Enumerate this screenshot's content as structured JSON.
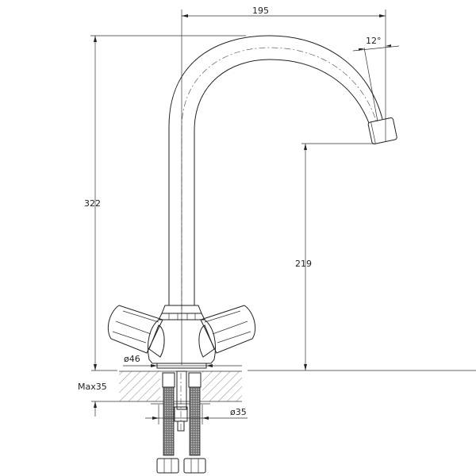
{
  "drawing": {
    "dimensions": {
      "spout_reach": "195",
      "spout_angle": "12°",
      "total_height": "322",
      "spout_height": "219",
      "base_diameter": "ø46",
      "max_counter_thickness": "Max35",
      "hole_diameter": "ø35"
    },
    "line_color": "#222222"
  }
}
